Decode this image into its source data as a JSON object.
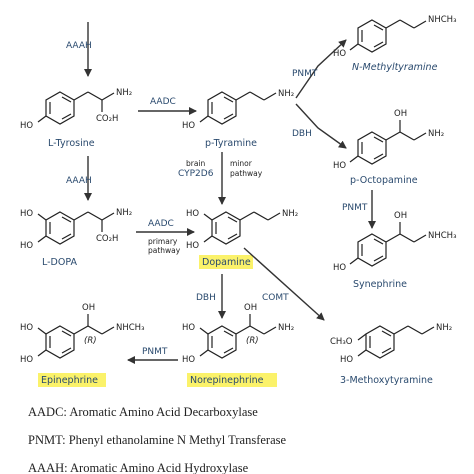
{
  "compounds": {
    "tyrosine": "L-Tyrosine",
    "tyramine": "p-Tyramine",
    "methyltyramine": "N-Methyltyramine",
    "octopamine": "p-Octopamine",
    "synephrine": "Synephrine",
    "dopa": "L-DOPA",
    "dopamine": "Dopamine",
    "epinephrine": "Epinephrine",
    "norepinephrine": "Norepinephrine",
    "methoxytyramine": "3-Methoxytyramine"
  },
  "enzymes": {
    "aaah_top": "AAAH",
    "aaah_mid": "AAAH",
    "aadc_top": "AADC",
    "aadc_mid": "AADC",
    "primary_pathway_1": "primary",
    "primary_pathway_2": "pathway",
    "pnmt_top": "PNMT",
    "dbh_top": "DBH",
    "pnmt_right": "PNMT",
    "brain": "brain",
    "cyp2d6": "CYP2D6",
    "minor_pathway_1": "minor",
    "minor_pathway_2": "pathway",
    "dbh_bottom": "DBH",
    "comt": "COMT",
    "pnmt_bottom": "PNMT"
  },
  "atoms": {
    "ho": "HO",
    "nh2": "NH₂",
    "co2h": "CO₂H",
    "nhch3": "NHCH₃",
    "oh": "OH",
    "ch3o": "CH₃O",
    "r": "(R)"
  },
  "legend": [
    "AADC: Aromatic Amino Acid Decarboxylase",
    "PNMT: Phenyl ethanolamine N Methyl Transferase",
    "AAAH: Aromatic Amino Acid Hydroxylase"
  ],
  "colors": {
    "highlight": "#fbf26a",
    "label_blue": "#2a4a6e"
  }
}
